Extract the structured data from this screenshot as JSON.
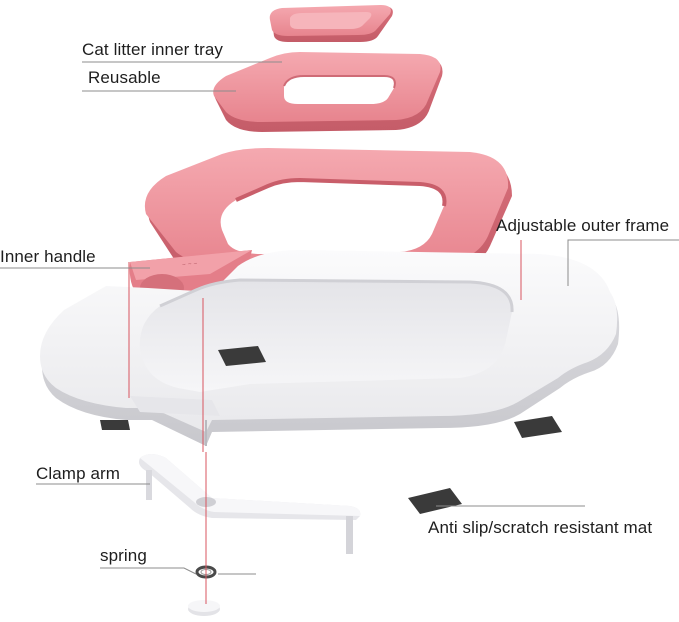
{
  "labels": {
    "inner_tray": "Cat litter inner tray",
    "reusable": "Reusable",
    "outer_frame": "Adjustable outer frame",
    "inner_handle": "Inner handle",
    "clamp_arm": "Clamp arm",
    "anti_slip_mat": "Anti slip/scratch resistant mat",
    "spring": "spring"
  },
  "colors": {
    "tray_pink": "#e98a93",
    "frame_white": "#f1f1f3",
    "mat_dark": "#3a3a3a",
    "guide_line": "#d8545f",
    "leader_line": "#8c8c8c",
    "label_text": "#1e1e1e"
  }
}
